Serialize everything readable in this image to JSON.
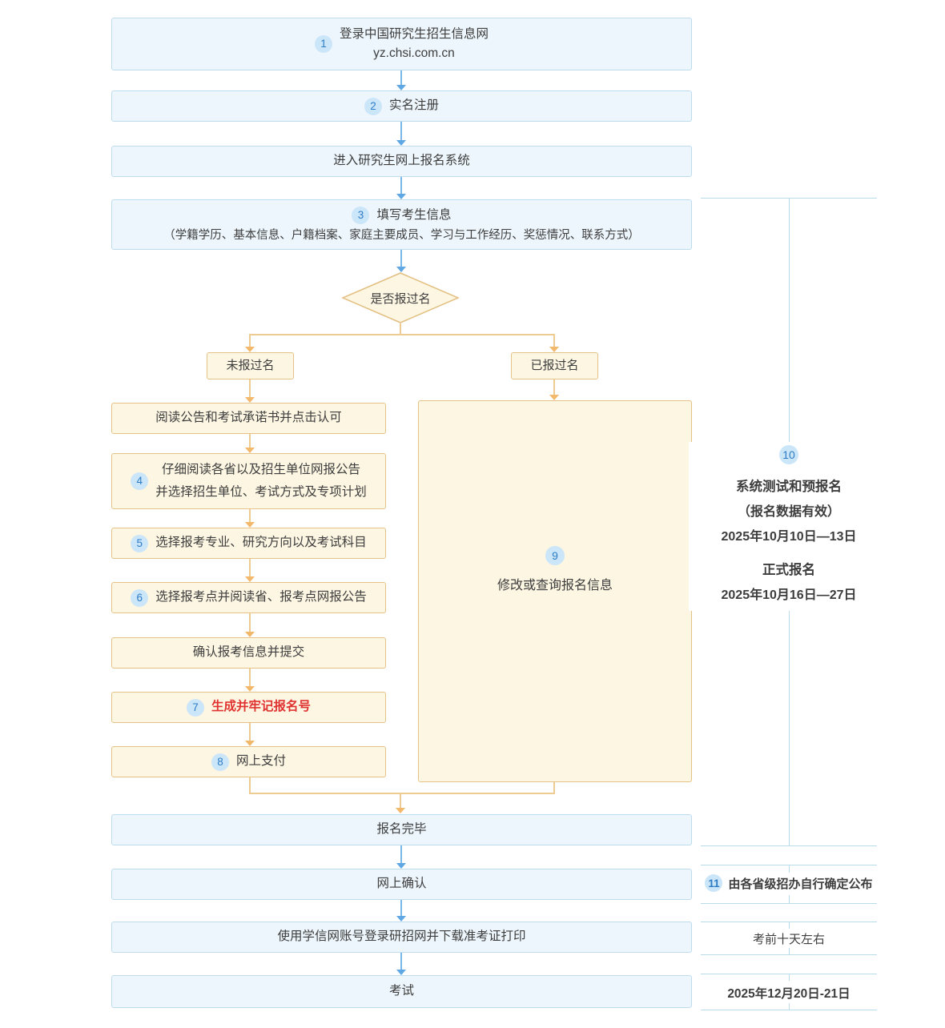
{
  "colors": {
    "blue_box_fill": "#edf6fc",
    "blue_box_border": "#bedcee",
    "orange_box_fill": "#fdf6e3",
    "orange_box_border": "#e5c286",
    "blue_arrow": "#5ea7e3",
    "orange_arrow": "#f2b96d",
    "badge_bg": "#cbe5f9",
    "badge_text": "#2f7dc5",
    "highlight_red": "#e03230",
    "timeline_line": "#b9dcec",
    "text": "#3d3d3d"
  },
  "flow": {
    "step1": {
      "num": "1",
      "line1": "登录中国研究生招生信息网",
      "line2": "yz.chsi.com.cn"
    },
    "step2": {
      "num": "2",
      "label": "实名注册"
    },
    "enter_system": {
      "label": "进入研究生网上报名系统"
    },
    "step3": {
      "num": "3",
      "label": "填写考生信息",
      "sub": "（学籍学历、基本信息、户籍档案、家庭主要成员、学习与工作经历、奖惩情况、联系方式）"
    },
    "decision": {
      "label": "是否报过名"
    },
    "branch_no": {
      "label": "未报过名"
    },
    "branch_yes": {
      "label": "已报过名"
    },
    "read_notice": {
      "label": "阅读公告和考试承诺书并点击认可"
    },
    "step4": {
      "num": "4",
      "line1": "仔细阅读各省以及招生单位网报公告",
      "line2": "并选择招生单位、考试方式及专项计划"
    },
    "step5": {
      "num": "5",
      "label": "选择报考专业、研究方向以及考试科目"
    },
    "step6": {
      "num": "6",
      "label": "选择报考点并阅读省、报考点网报公告"
    },
    "confirm_submit": {
      "label": "确认报考信息并提交"
    },
    "step7": {
      "num": "7",
      "label": "生成并牢记报名号"
    },
    "step8": {
      "num": "8",
      "label": "网上支付"
    },
    "step9": {
      "num": "9",
      "label": "修改或查询报名信息"
    },
    "finish": {
      "label": "报名完毕"
    },
    "online_confirm": {
      "label": "网上确认"
    },
    "download_ticket": {
      "label": "使用学信网账号登录研招网并下载准考证打印"
    },
    "exam": {
      "label": "考试"
    }
  },
  "timeline": {
    "step10": {
      "num": "10",
      "title1": "系统测试和预报名",
      "note": "（报名数据有效）",
      "date1": "2025年10月10日—13日",
      "title2": "正式报名",
      "date2": "2025年10月16日—27日"
    },
    "step11": {
      "num": "11",
      "label": "由各省级招办自行确定公布"
    },
    "before_exam": {
      "label": "考前十天左右"
    },
    "exam_date": {
      "label": "2025年12月20日-21日"
    }
  }
}
